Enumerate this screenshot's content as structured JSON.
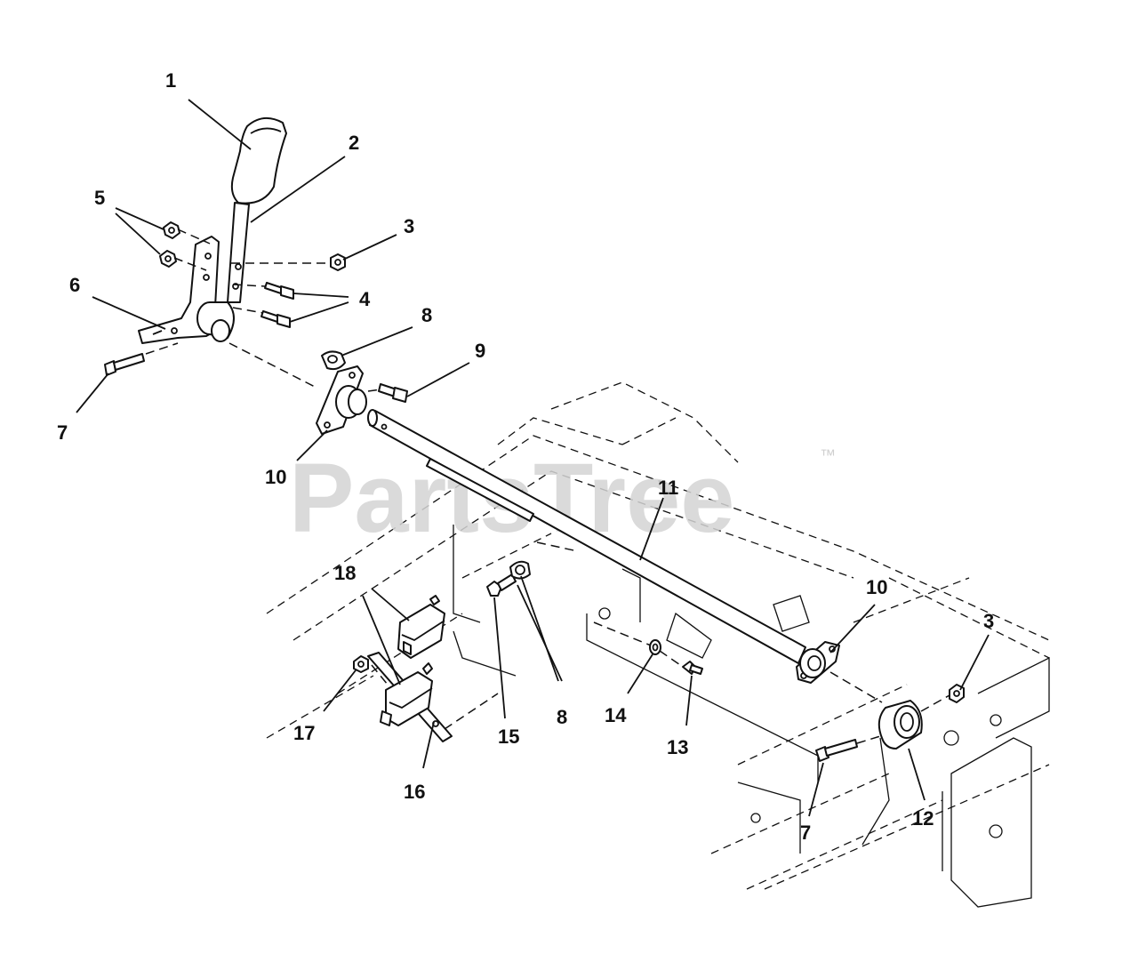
{
  "watermark": {
    "text": "PartsTree",
    "tm": "™"
  },
  "callouts": {
    "c1": "1",
    "c2": "2",
    "c3a": "3",
    "c3b": "3",
    "c4": "4",
    "c5": "5",
    "c6": "6",
    "c7a": "7",
    "c7b": "7",
    "c8a": "8",
    "c8b": "8",
    "c9": "9",
    "c10a": "10",
    "c10b": "10",
    "c11": "11",
    "c12": "12",
    "c13": "13",
    "c14": "14",
    "c15": "15",
    "c16": "16",
    "c17": "17",
    "c18": "18"
  }
}
